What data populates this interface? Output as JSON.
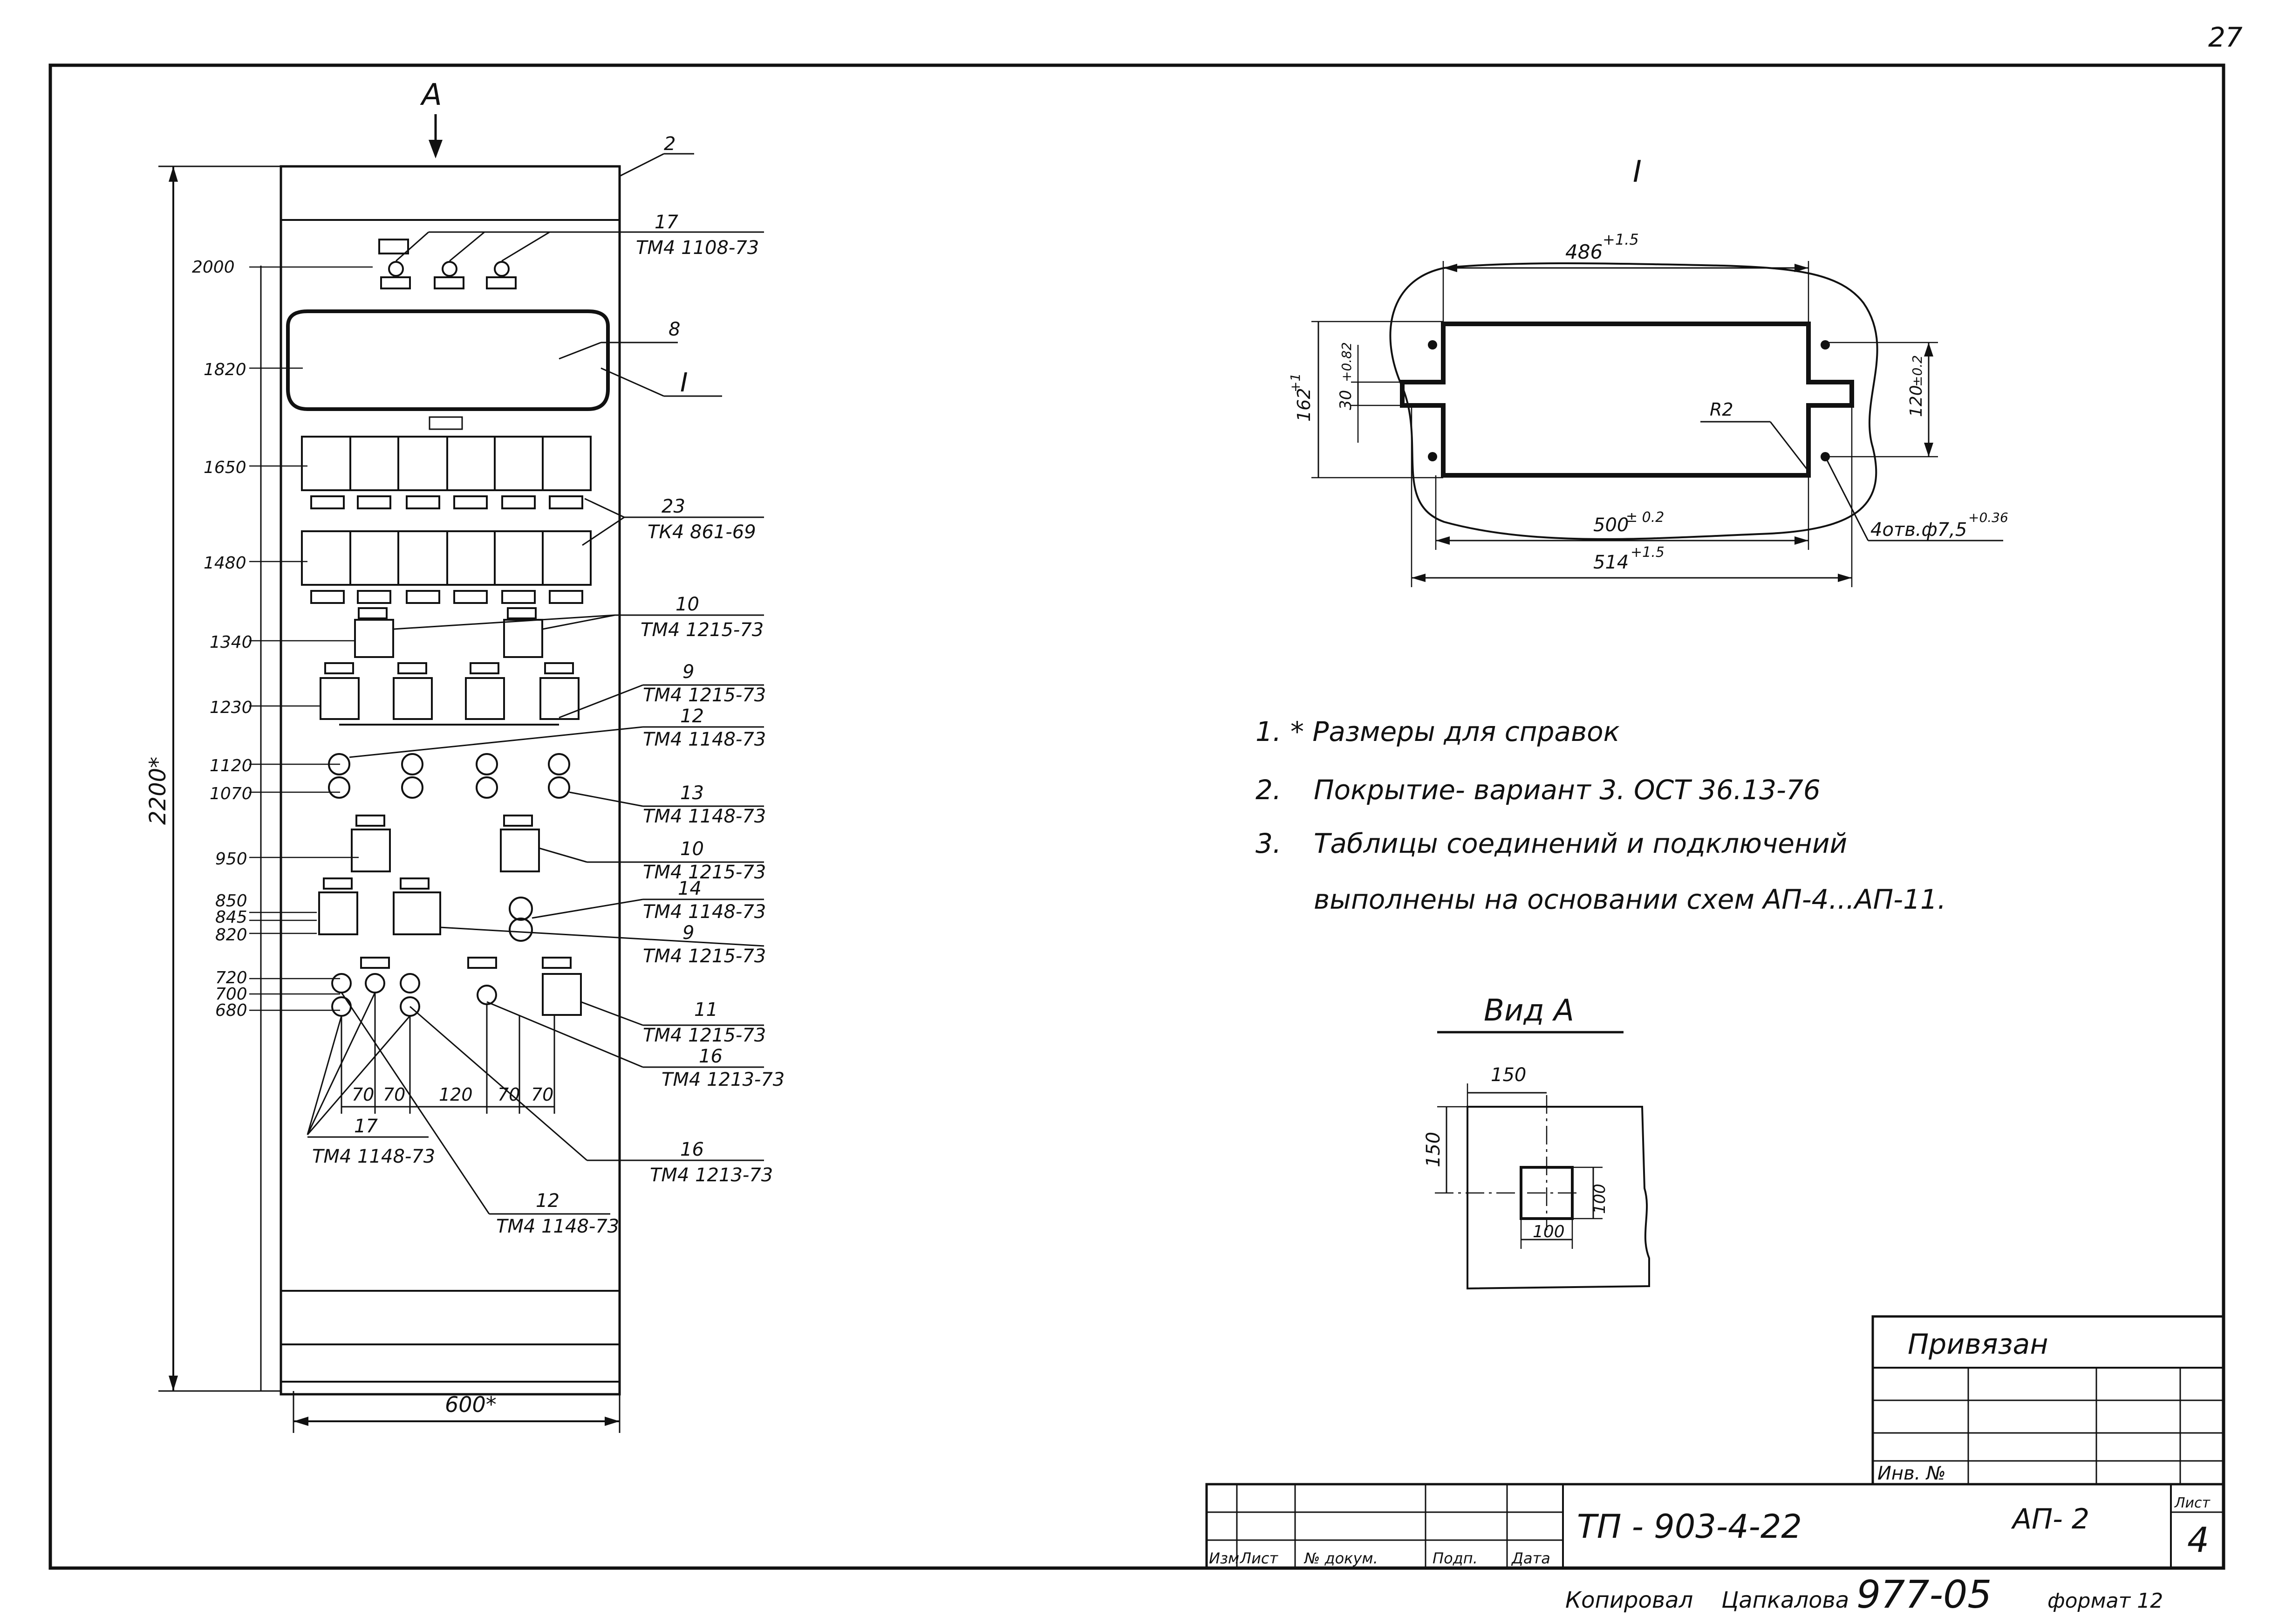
{
  "page_number": "27",
  "view_marker": "A",
  "cabinet": {
    "height_dim": "2200*",
    "width_dim": "600*",
    "levels": [
      "2000",
      "1820",
      "1650",
      "1480",
      "1340",
      "1230",
      "1120",
      "1070",
      "950",
      "850",
      "845",
      "820",
      "720",
      "700",
      "680"
    ],
    "bottom_spacings": [
      "70",
      "70",
      "120",
      "70",
      "70"
    ]
  },
  "callouts": [
    {
      "num": "2",
      "spec": ""
    },
    {
      "num": "17",
      "spec": "ТМ4 1108-73"
    },
    {
      "num": "8",
      "spec": ""
    },
    {
      "num": "I",
      "spec": ""
    },
    {
      "num": "23",
      "spec": "ТК4 861-69"
    },
    {
      "num": "10",
      "spec": "ТМ4 1215-73"
    },
    {
      "num": "9",
      "spec": "ТМ4 1215-73"
    },
    {
      "num": "12",
      "spec": "ТМ4 1148-73"
    },
    {
      "num": "13",
      "spec": "ТМ4 1148-73"
    },
    {
      "num": "10",
      "spec": "ТМ4 1215-73"
    },
    {
      "num": "14",
      "spec": "ТМ4 1148-73"
    },
    {
      "num": "9",
      "spec": "ТМ4 1215-73"
    },
    {
      "num": "11",
      "spec": "ТМ4 1215-73"
    },
    {
      "num": "16",
      "spec": "ТМ4 1213-73"
    },
    {
      "num": "16",
      "spec": "ТМ4 1213-73"
    },
    {
      "num": "17",
      "spec": "ТМ4 1148-73"
    },
    {
      "num": "12",
      "spec": "ТМ4 1148-73"
    }
  ],
  "detail_I": {
    "title": "I",
    "dim_top": "486",
    "dim_top_tol": "+1.5",
    "dim_left": "162",
    "dim_left_tol": "+1",
    "dim_slot": "30",
    "dim_slot_tol": "+0.82",
    "dim_right": "120",
    "dim_right_tol": "±0.2",
    "radius": "R2",
    "dim_bottom1": "500",
    "dim_bottom1_tol": "± 0.2",
    "dim_bottom2": "514",
    "dim_bottom2_tol": "+1.5",
    "holes": "4отв.ф7,5",
    "holes_tol": "+0.36"
  },
  "notes": [
    {
      "num": "1.",
      "text": "* Размеры для справок"
    },
    {
      "num": "2.",
      "text": "Покрытие- вариант 3. ОСТ 36.13-76"
    },
    {
      "num": "3.",
      "text": "Таблицы соединений и подключений"
    },
    {
      "num": "",
      "text": "выполнены на основании схем АП-4...АП-11."
    }
  ],
  "view_A": {
    "title": "Вид А",
    "dim_w": "150",
    "dim_h": "150",
    "dim_sq_w": "100",
    "dim_sq_h": "100"
  },
  "title_block": {
    "privyazan": "Привязан",
    "inv": "Инв. №",
    "doc_code": "ТП - 903-4-22",
    "sheet_code": "АП- 2",
    "sheet_label": "Лист",
    "sheet_num": "4",
    "columns": [
      "Изм",
      "Лист",
      "№ докум.",
      "Подп.",
      "Дата"
    ]
  },
  "footer": {
    "copied": "Копировал",
    "name": "Цапкалова",
    "order": "977-05",
    "format": "формат 12"
  }
}
